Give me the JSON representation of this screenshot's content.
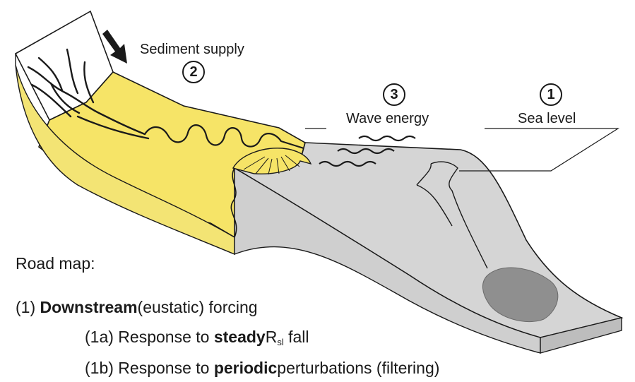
{
  "labels": {
    "sediment_supply": "Sediment supply",
    "sediment_supply_num": "2",
    "wave_energy": "Wave energy",
    "wave_energy_num": "3",
    "sea_level": "Sea level",
    "sea_level_num": "1"
  },
  "road_map": {
    "title": "Road map:",
    "item1_prefix": "(1) ",
    "item1_bold": "Downstream",
    "item1_rest": "(eustatic) forcing",
    "item1a_prefix": "(1a) Response to ",
    "item1a_bold": "steady",
    "item1a_var": "R",
    "item1a_sub": "sl",
    "item1a_rest": " fall",
    "item1b_prefix": "(1b) Response to ",
    "item1b_bold": "periodic",
    "item1b_rest": "perturbations (filtering)"
  },
  "colors": {
    "sediment_yellow": "#f6e467",
    "shelf_gray": "#d4d4d4",
    "fan_gray": "#8f8f8f",
    "outline": "#1a1a1a"
  }
}
